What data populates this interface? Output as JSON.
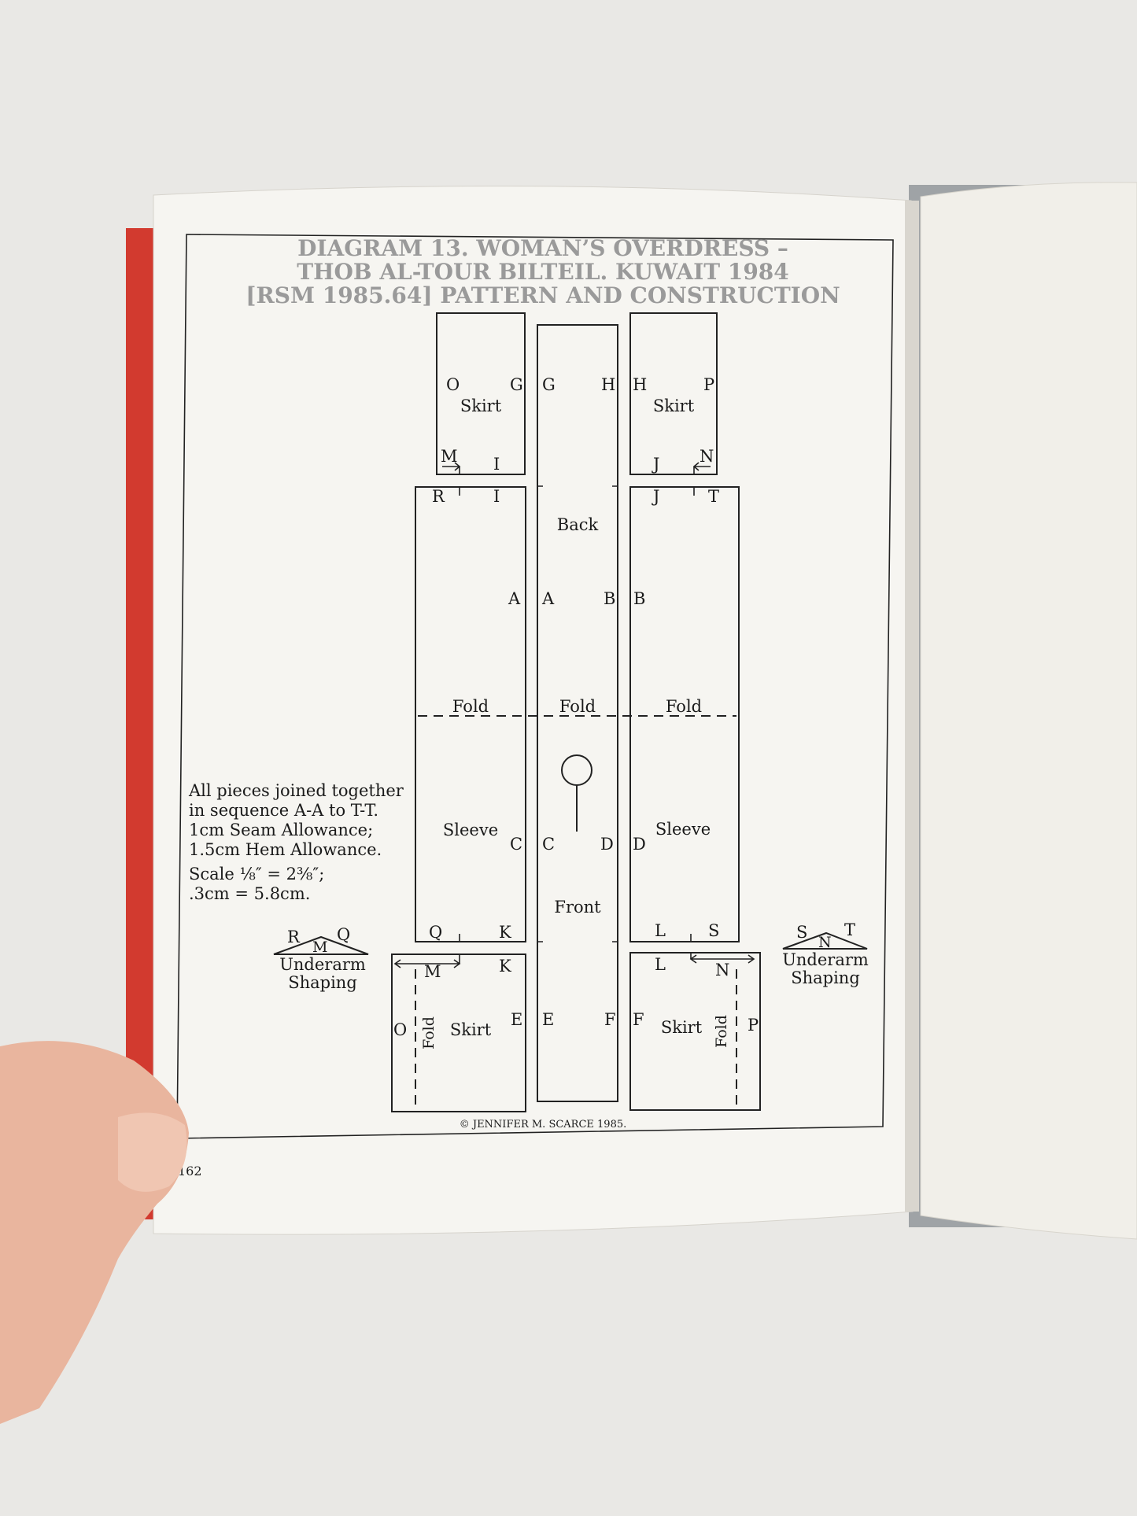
{
  "diagram": {
    "title_lines": [
      "DIAGRAM 13. WOMAN’S OVERDRESS –",
      "THOB AL-TOUR BILTEIL. KUWAIT 1984",
      "[RSM 1985.64] PATTERN AND CONSTRUCTION"
    ],
    "piece_labels": {
      "skirt": "Skirt",
      "back": "Back",
      "front": "Front",
      "sleeve": "Sleeve",
      "fold": "Fold"
    },
    "notes": [
      "All pieces joined together",
      "in sequence A-A to T-T.",
      "1cm Seam Allowance;",
      "1.5cm Hem Allowance.",
      "Scale ⅛″ = 2⅜″;",
      ".3cm = 5.8cm."
    ],
    "underarm": {
      "line1": "Underarm",
      "line2": "Shaping"
    },
    "copyright": "© JENNIFER M. SCARCE 1985.",
    "page_number": "162"
  }
}
